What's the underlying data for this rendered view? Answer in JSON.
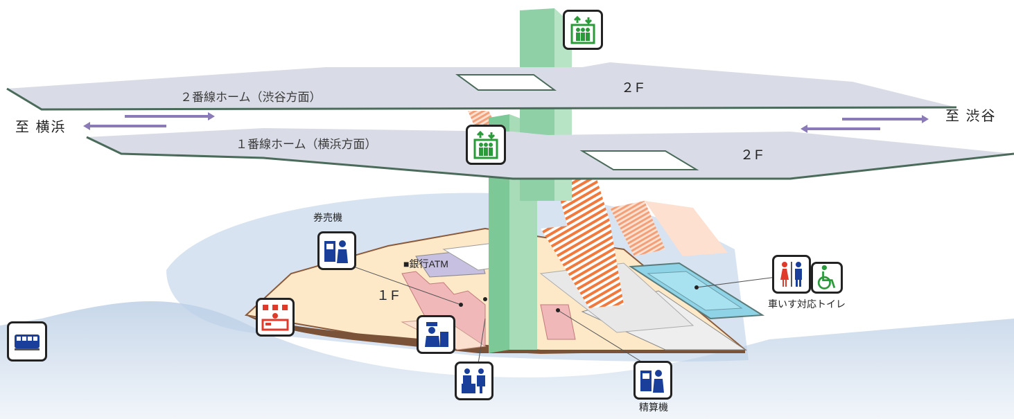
{
  "directions": {
    "left": "至 横浜",
    "right": "至 渋谷"
  },
  "platforms": {
    "track2": "２番線ホーム（渋谷方面）",
    "track1": "１番線ホーム（横浜方面）"
  },
  "floors": {
    "upper_2f_a": "２F",
    "upper_2f_b": "２F",
    "ground_1f": "１F"
  },
  "facilities": {
    "ticket_machine": "券売機",
    "bank_atm": "■銀行ATM",
    "accessible_toilet": "車いす対応トイレ",
    "fare_adjustment": "精算機"
  },
  "colors": {
    "platform": "#d9dce6",
    "platform_edge": "#4a6a5a",
    "elevator_shaft": "#9fd6b0",
    "stairs": "#f07a3e",
    "concourse": "#fde9c8",
    "road": "#c9d9ec",
    "pictogram_blue": "#1a3f9a",
    "pictogram_green": "#2a9a3a",
    "pictogram_red": "#e03a2a"
  },
  "icons": [
    "elevator-icon",
    "elevator-icon",
    "ticket-machine-icon",
    "info-counter-icon",
    "station-staff-icon",
    "ticket-gate-icon",
    "fare-adjustment-icon",
    "toilet-icon",
    "wheelchair-icon",
    "bus-icon"
  ]
}
